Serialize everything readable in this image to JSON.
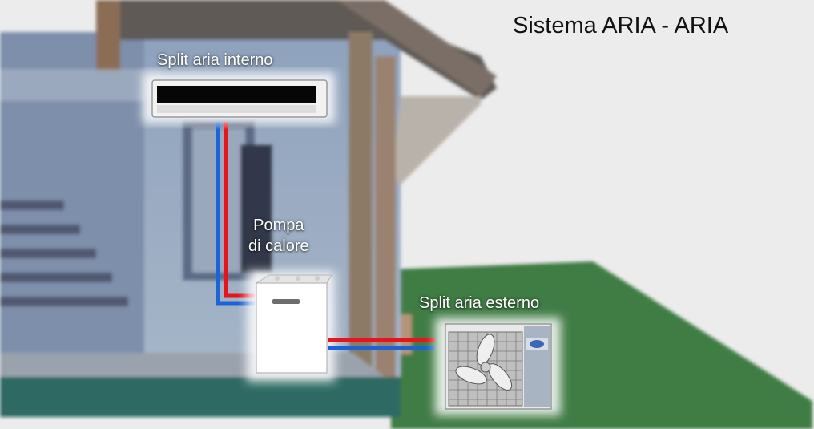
{
  "title": "Sistema ARIA - ARIA",
  "labels": {
    "indoor_split": "Split aria interno",
    "heat_pump_line1": "Pompa",
    "heat_pump_line2": "di calore",
    "outdoor_split": "Split aria esterno"
  },
  "colors": {
    "hot_pipe": "#e8141c",
    "cold_pipe": "#1a64d8",
    "lawn": "#3f7d45",
    "background": "#ececec"
  }
}
